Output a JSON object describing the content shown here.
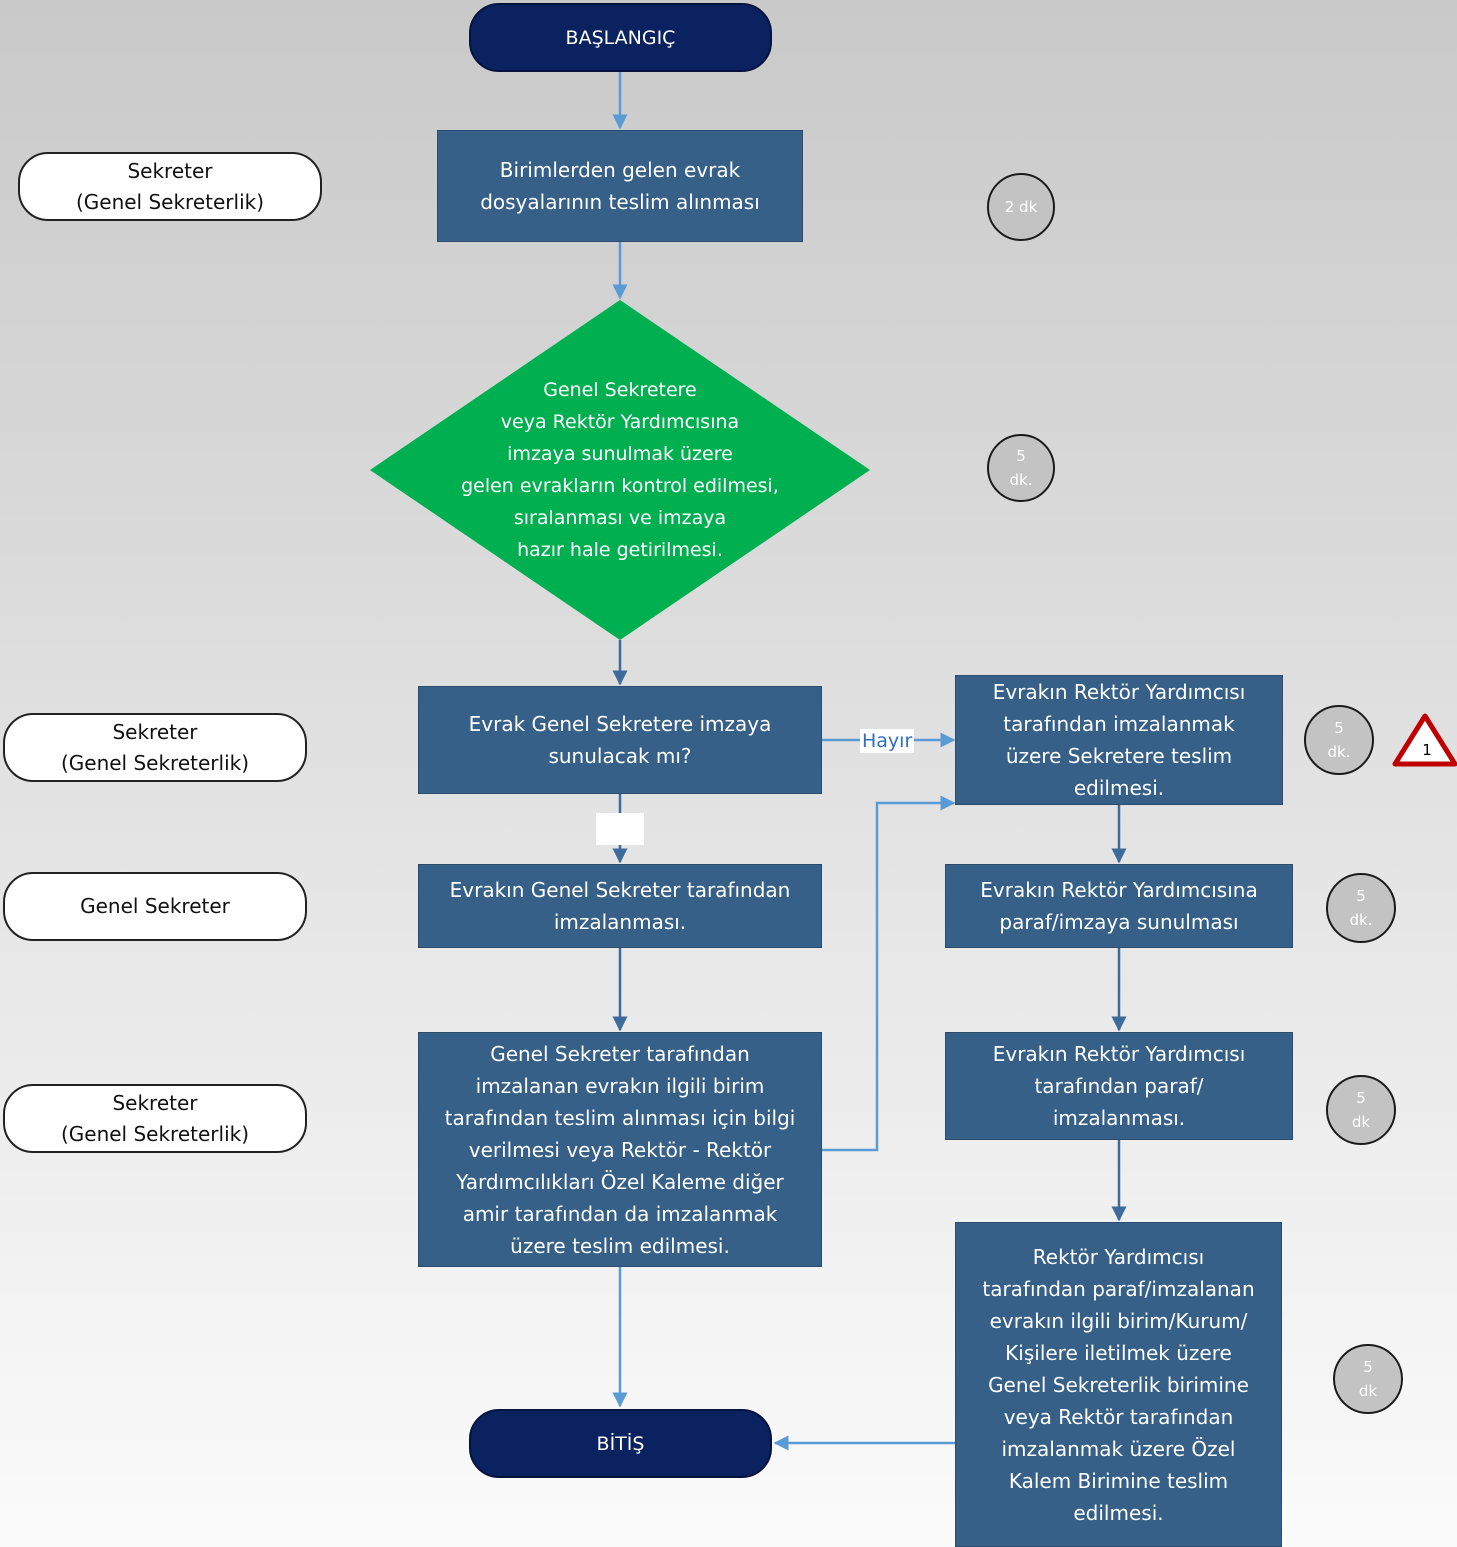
{
  "start": "BAŞLANGIÇ",
  "end": "BİTİŞ",
  "roles": [
    "Sekreter\n(Genel Sekreterlik)",
    "Sekreter\n(Genel Sekreterlik)",
    "Genel Sekreter",
    "Sekreter\n(Genel Sekreterlik)"
  ],
  "steps": {
    "receive": "Birimlerden gelen evrak\ndosyalarının teslim alınması",
    "decision": "Genel Sekretere\nveya Rektör Yardımcısına\nimzaya sunulmak üzere\ngelen evrakların kontrol edilmesi,\nsıralanması ve imzaya\nhazır hale getirilmesi.",
    "question": "Evrak Genel Sekretere imzaya\nsunulacak mı?",
    "gs_sign": "Evrakın Genel Sekreter tarafından\nimzalanması.",
    "gs_inform": "Genel Sekreter tarafından\nimzalanan evrakın ilgili birim\ntarafından teslim alınması için bilgi\nverilmesi veya Rektör - Rektör\nYardımcılıkları Özel Kaleme diğer\namir tarafından da imzalanmak\nüzere teslim edilmesi.",
    "ry_deliver": "Evrakın Rektör Yardımcısı\ntarafından imzalanmak\nüzere Sekretere teslim\nedilmesi.",
    "ry_present": "Evrakın Rektör Yardımcısına\nparaf/imzaya sunulması",
    "ry_sign": "Evrakın Rektör Yardımcısı\ntarafından paraf/\nimzalanması.",
    "ry_forward": "Rektör Yardımcısı\ntarafından paraf/imzalanan\nevrakın ilgili birim/Kurum/\nKişilere iletilmek üzere\nGenel Sekreterlik birimine\nveya  Rektör tarafından\nimzalanmak üzere  Özel\nKalem Birimine  teslim\nedilmesi."
  },
  "labels": {
    "no": "Hayır"
  },
  "timers": [
    "2 dk",
    "5\ndk.",
    "5\ndk.",
    "5\ndk.",
    "5\ndk",
    "5\ndk"
  ],
  "warning": "1",
  "colors": {
    "terminal": "#0b2260",
    "process": "#366087",
    "decision": "#00b050",
    "connector": "#5b9bd5",
    "warning": "#c00000"
  }
}
